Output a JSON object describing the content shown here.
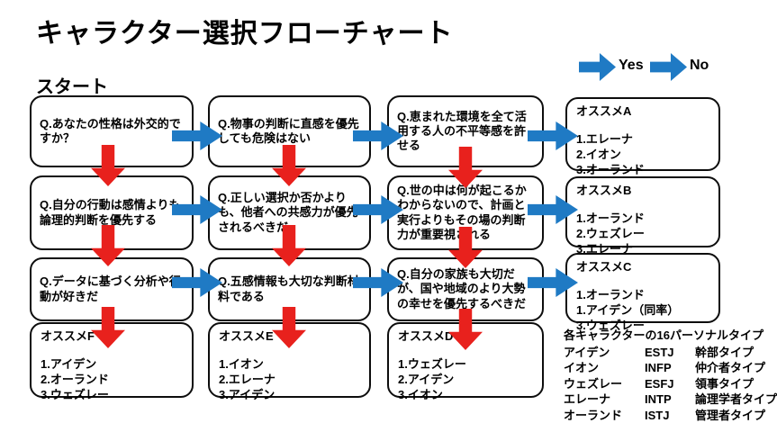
{
  "title": "キャラクター選択フローチャート",
  "start_label": "スタート",
  "colors": {
    "yes": "#e8211d",
    "no": "#1f7ac4",
    "background": "#ffffff",
    "text": "#000000"
  },
  "legend": {
    "yes_label": "Yes",
    "no_label": "No"
  },
  "columns": [
    {
      "questions": [
        "Q.あなたの性格は外交的ですか？",
        "Q.自分の行動は感情よりも論理的判断を優先する",
        "Q.データに基づく分析や行動が好きだ"
      ],
      "result": {
        "label": "オススメF",
        "items": [
          "1.アイデン",
          "2.オーランド",
          "3.ウェズレー"
        ]
      }
    },
    {
      "questions": [
        "Q.物事の判断に直感を優先しても危険はない",
        "Q.正しい選択か否かよりも、他者への共感力が優先されるべきだ",
        "Q.五感情報も大切な判断材料である"
      ],
      "result": {
        "label": "オススメE",
        "items": [
          "1.イオン",
          "2.エレーナ",
          "3.アイデン"
        ]
      }
    },
    {
      "questions": [
        "Q.恵まれた環境を全て活用する人の不平等感を許せる",
        "Q.世の中は何が起こるかわからないので、計画と実行よりもその場の判断力が重要視される",
        "Q.自分の家族も大切だが、国や地域のより大勢の幸せを優先するべきだ"
      ],
      "result": {
        "label": "オススメD",
        "items": [
          "1.ウェズレー",
          "2.アイデン",
          "3.イオン"
        ]
      }
    }
  ],
  "recommendations": [
    {
      "label": "オススメA",
      "items": [
        "1.エレーナ",
        "2.イオン",
        "3.オーランド"
      ]
    },
    {
      "label": "オススメB",
      "items": [
        "1.オーランド",
        "2.ウェズレー",
        "3.エレーナ"
      ]
    },
    {
      "label": "オススメC",
      "items": [
        "1.オーランド",
        "1.アイデン（同率）",
        "3.ウェズレー"
      ]
    }
  ],
  "personality_table": {
    "title": "各キャラクターの16パーソナルタイプ",
    "rows": [
      {
        "name": "アイデン",
        "code": "ESTJ",
        "type": "幹部タイプ"
      },
      {
        "name": "イオン",
        "code": "INFP",
        "type": "仲介者タイプ"
      },
      {
        "name": "ウェズレー",
        "code": "ESFJ",
        "type": "領事タイプ"
      },
      {
        "name": "エレーナ",
        "code": "INTP",
        "type": "論理学者タイプ"
      },
      {
        "name": "オーランド",
        "code": "ISTJ",
        "type": "管理者タイプ"
      }
    ]
  }
}
